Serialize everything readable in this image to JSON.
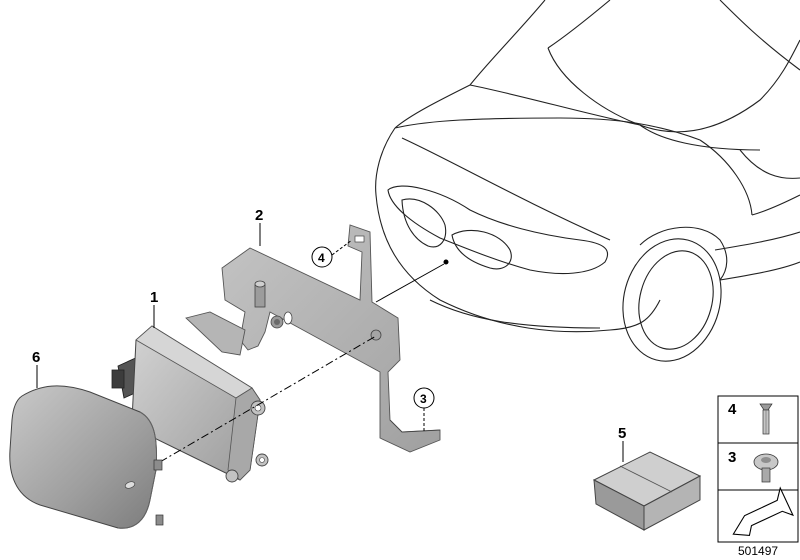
{
  "diagram_number": "501497",
  "callouts": [
    {
      "id": "1",
      "label": "1",
      "circled": false
    },
    {
      "id": "2",
      "label": "2",
      "circled": false
    },
    {
      "id": "3",
      "label": "3",
      "circled": true
    },
    {
      "id": "4",
      "label": "4",
      "circled": true
    },
    {
      "id": "5",
      "label": "5",
      "circled": false
    },
    {
      "id": "6",
      "label": "6",
      "circled": false
    }
  ],
  "legend": [
    {
      "label": "4",
      "icon": "rivet-icon"
    },
    {
      "label": "3",
      "icon": "screw-icon"
    },
    {
      "icon": "arrow-icon"
    }
  ],
  "colors": {
    "part_fill": "#b9b9b9",
    "part_dark": "#8a8a8a",
    "part_light": "#d8d8d8",
    "line": "#000000",
    "car_line": "#222222"
  }
}
